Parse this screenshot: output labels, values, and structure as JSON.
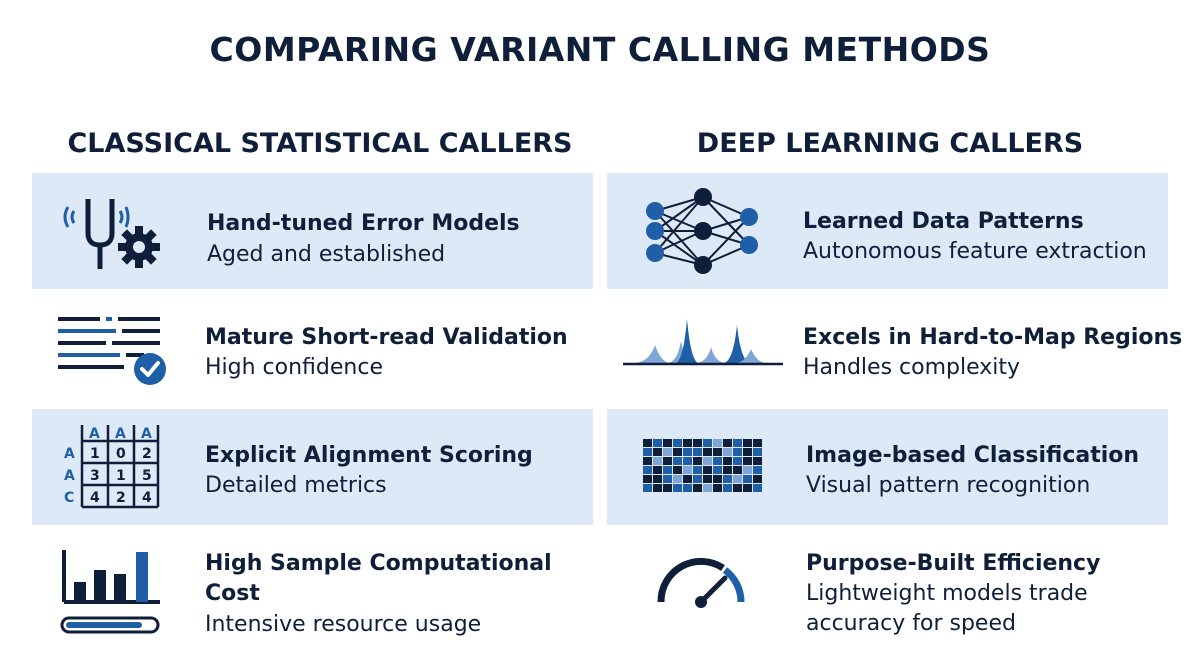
{
  "title": "COMPARING VARIANT CALLING METHODS",
  "columns": [
    {
      "heading": "CLASSICAL STATISTICAL CALLERS",
      "rows": [
        {
          "icon": "tuning-fork-gear-icon",
          "title": "Hand-tuned Error Models",
          "subtitle": "Aged and established"
        },
        {
          "icon": "checked-list-icon",
          "title": "Mature Short-read Validation",
          "subtitle": "High confidence"
        },
        {
          "icon": "alignment-matrix-icon",
          "title": "Explicit Alignment Scoring",
          "subtitle": "Detailed metrics",
          "matrix": {
            "cols": [
              "A",
              "A",
              "A"
            ],
            "rows": [
              [
                "A",
                "1",
                "0",
                "2"
              ],
              [
                "A",
                "3",
                "1",
                "5"
              ],
              [
                "C",
                "4",
                "2",
                "4"
              ]
            ]
          }
        },
        {
          "icon": "bar-chart-progress-icon",
          "title": "High Sample Computational Cost",
          "title_lines": [
            "High Sample Computational",
            "Cost"
          ],
          "subtitle": "Intensive resource usage"
        }
      ]
    },
    {
      "heading": "DEEP LEARNING CALLERS",
      "rows": [
        {
          "icon": "neural-network-icon",
          "title": "Learned Data Patterns",
          "subtitle": "Autonomous feature extraction"
        },
        {
          "icon": "signal-peaks-icon",
          "title": "Excels in Hard-to-Map Regions",
          "subtitle": "Handles complexity"
        },
        {
          "icon": "pixel-grid-icon",
          "title": "Image-based Classification",
          "subtitle": "Visual pattern recognition"
        },
        {
          "icon": "speedometer-icon",
          "title": "Purpose-Built Efficiency",
          "subtitle": "Lightweight models trade accuracy for speed",
          "subtitle_lines": [
            "Lightweight models trade",
            "accuracy for speed"
          ]
        }
      ]
    }
  ],
  "colors": {
    "navy": "#0f1f3a",
    "blue": "#1f5fa8",
    "panel": "#dde9f7"
  }
}
